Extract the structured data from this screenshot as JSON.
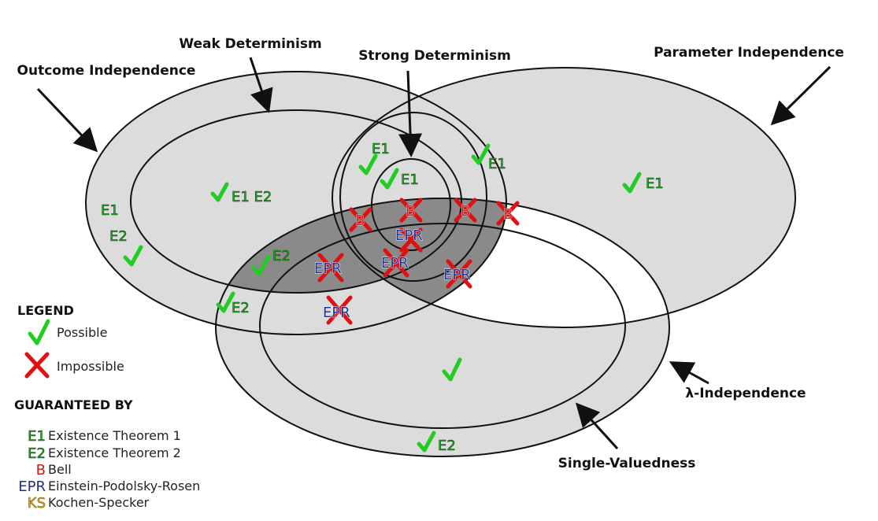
{
  "labels": {
    "weak_determinism": "Weak Determinism",
    "strong_determinism": "Strong Determinism",
    "outcome_independence": "Outcome Independence",
    "parameter_independence": "Parameter Independence",
    "lambda_independence": "λ-Independence",
    "single_valuedness": "Single-Valuedness"
  },
  "codes": {
    "e1": "E1",
    "e2": "E2",
    "e1e2": "E1 E2",
    "b": "B",
    "epr": "EPR",
    "ks": "KS"
  },
  "legend": {
    "title": "LEGEND",
    "possible": "Possible",
    "impossible": "Impossible"
  },
  "guaranteed": {
    "title": "GUARANTEED BY",
    "items": [
      {
        "code": "E1",
        "text": "Existence Theorem 1"
      },
      {
        "code": "E2",
        "text": "Existence Theorem 2"
      },
      {
        "code": "B",
        "text": "Bell"
      },
      {
        "code": "EPR",
        "text": "Einstein-Podolsky-Rosen"
      },
      {
        "code": "KS",
        "text": "Kochen-Specker"
      }
    ]
  },
  "colors": {
    "possible": "#22cc22",
    "impossible": "#e01010",
    "light_region": "#dcdcdc",
    "dark_region": "#8a8a8a",
    "outline": "#111111"
  }
}
